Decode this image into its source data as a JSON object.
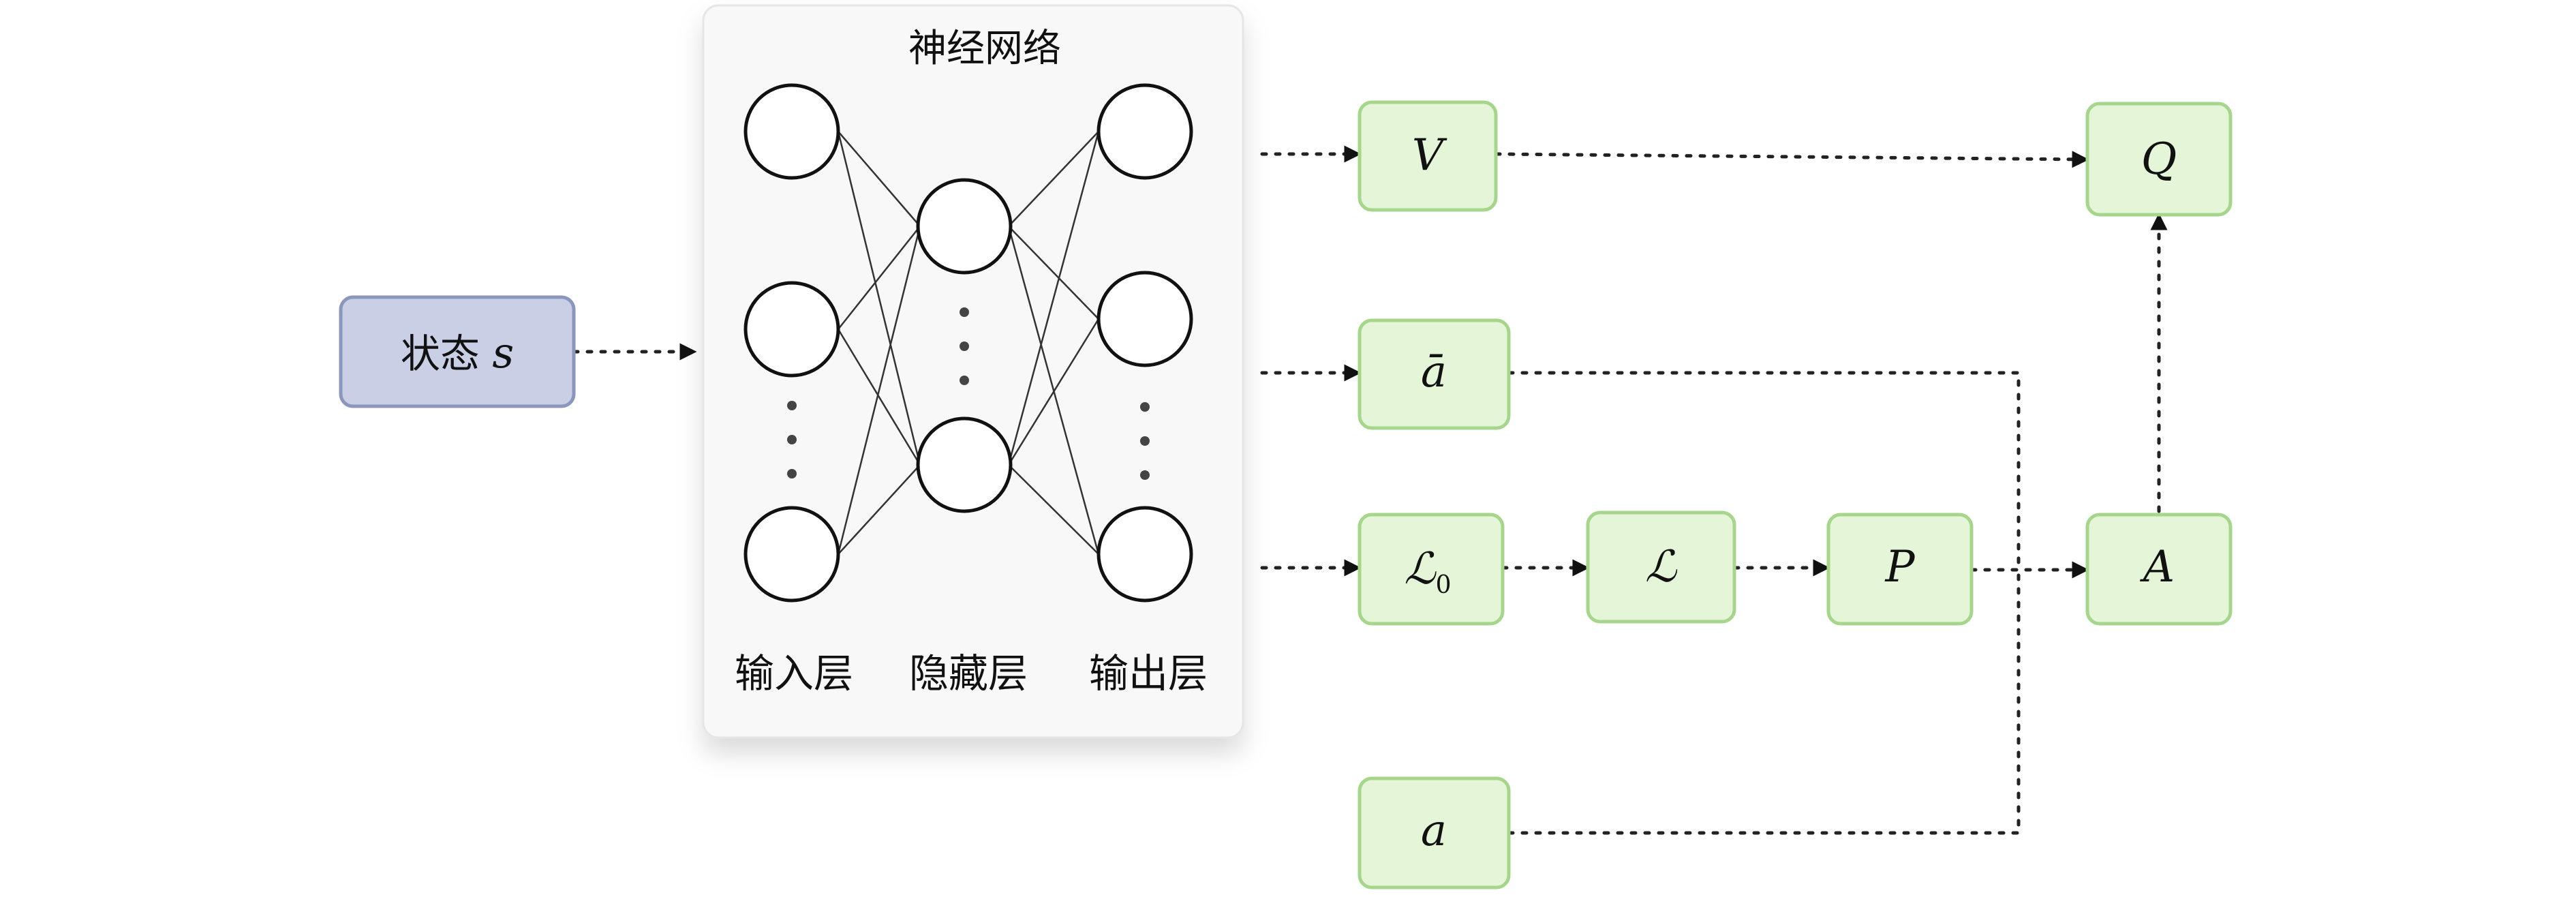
{
  "nn_panel": {
    "title": "神经网络",
    "layer_labels": [
      "输入层",
      "隐藏层",
      "输出层"
    ]
  },
  "nodes": {
    "state": {
      "text": "状态",
      "var": "s"
    },
    "V": "V",
    "a_bar": "ā",
    "L0": {
      "symbol": "ℒ",
      "sub": "0"
    },
    "L": "ℒ",
    "P": "P",
    "A": "A",
    "Q": "Q",
    "a": "a"
  },
  "colors": {
    "green_fill": "#e4f5d8",
    "green_border": "#a6d68b",
    "blue_fill": "#c9d0e6",
    "blue_border": "#8a96bd"
  }
}
